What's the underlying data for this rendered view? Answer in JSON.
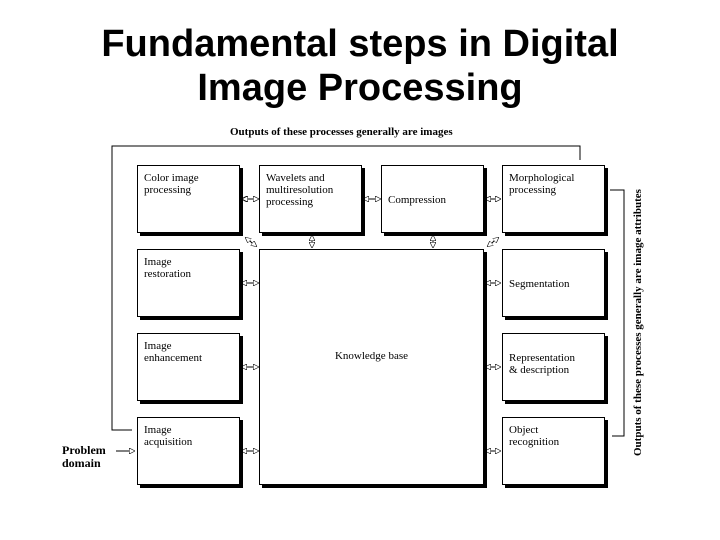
{
  "title": {
    "line1": "Fundamental steps in Digital",
    "line2": "Image Processing"
  },
  "diagram": {
    "top_caption": "Outputs of these processes generally are images",
    "side_caption": "Outputs of these processes generally are image attributes",
    "problem_domain": "Problem\ndomain",
    "knowledge_base": "Knowledge base",
    "left_column": [
      "Color image\nprocessing",
      "Image\nrestoration",
      "Image\nenhancement",
      "Image\nacquisition"
    ],
    "top_middle": [
      "Wavelets and\nmultiresolution\nprocessing",
      "Compression"
    ],
    "right_column": [
      "Morphological\nprocessing",
      "Segmentation",
      "Representation\n& description",
      "Object\nrecognition"
    ]
  }
}
